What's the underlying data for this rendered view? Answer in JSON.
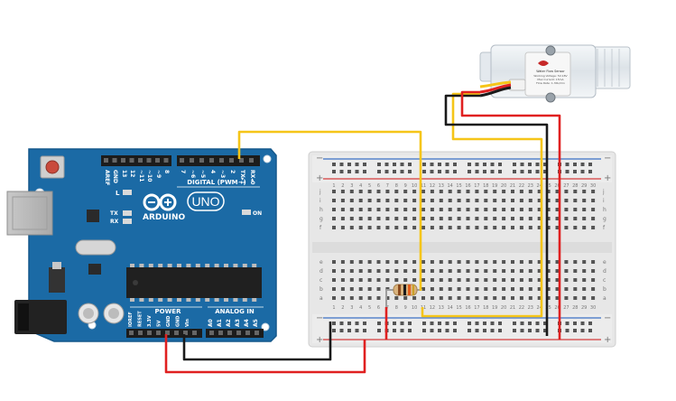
{
  "arduino": {
    "brand": "ARDUINO",
    "model": "UNO",
    "digital_header_label": "DIGITAL (PWM~)",
    "power_label": "POWER",
    "analog_label": "ANALOG IN",
    "led_labels": [
      "L",
      "TX",
      "RX"
    ],
    "on_label": "ON",
    "digital_pins": [
      "AREF",
      "GND",
      "13",
      "12",
      "~11",
      "~10",
      "~9",
      "8",
      "7",
      "~6",
      "~5",
      "4",
      "~3",
      "2",
      "TX▸1",
      "RX◂0"
    ],
    "power_pins": [
      "IOREF",
      "RESET",
      "3.3V",
      "5V",
      "GND",
      "GND",
      "Vin"
    ],
    "analog_pins": [
      "A0",
      "A1",
      "A2",
      "A3",
      "A4",
      "A5"
    ]
  },
  "breadboard": {
    "columns": [
      "1",
      "2",
      "3",
      "4",
      "5",
      "6",
      "7",
      "8",
      "9",
      "10",
      "11",
      "12",
      "13",
      "14",
      "15",
      "16",
      "17",
      "18",
      "19",
      "20",
      "21",
      "22",
      "23",
      "24",
      "25",
      "26",
      "27",
      "28",
      "29",
      "30"
    ],
    "top_rows": [
      "j",
      "i",
      "h",
      "g",
      "f"
    ],
    "bottom_rows": [
      "e",
      "d",
      "c",
      "b",
      "a"
    ],
    "rail_plus": "+",
    "rail_minus": "−"
  },
  "sensor": {
    "label_lines": [
      "Water Flow Sensor",
      "Working Voltage: 5V-18V",
      "Max Current: 15mA",
      "Flow Rate: 1-30L/min"
    ]
  },
  "colors": {
    "board_blue": "#1b6aa5",
    "wire_red": "#e02020",
    "wire_black": "#1a1a1a",
    "wire_yellow": "#f5c518",
    "breadboard": "#e7e7e7"
  }
}
